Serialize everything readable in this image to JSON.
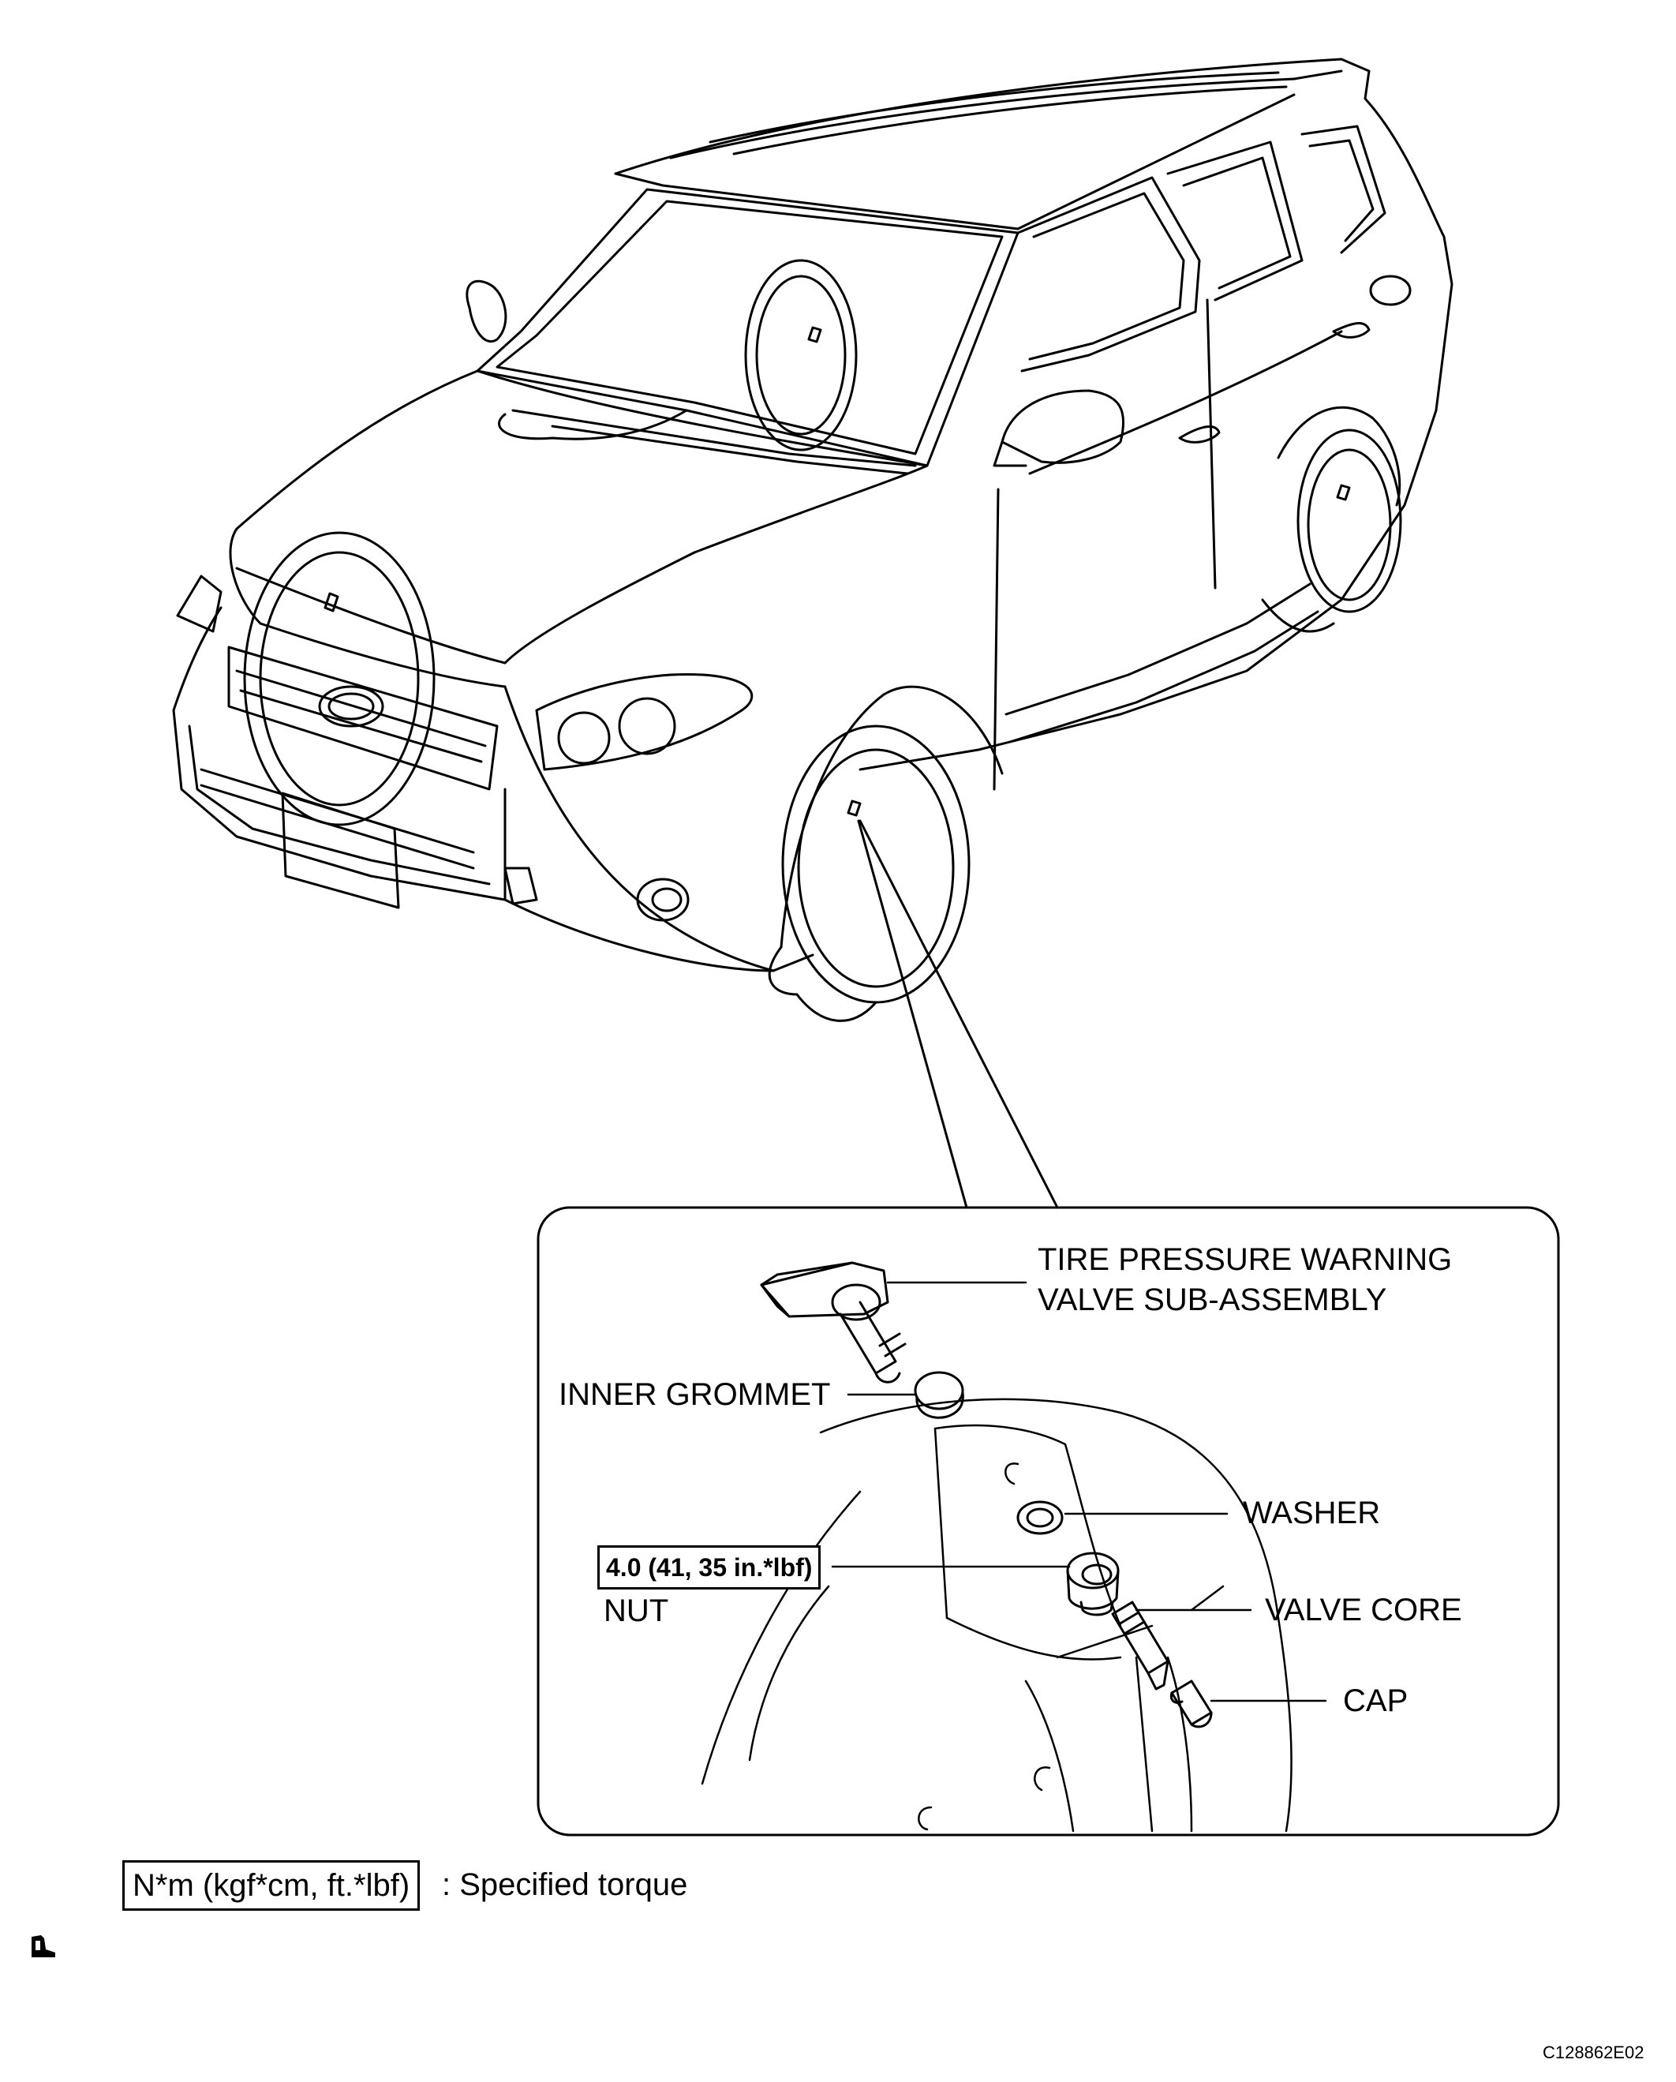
{
  "callouts": {
    "tpw_valve_line1": "TIRE PRESSURE WARNING",
    "tpw_valve_line2": "VALVE SUB-ASSEMBLY",
    "inner_grommet": "INNER GROMMET",
    "washer": "WASHER",
    "nut": "NUT",
    "valve_core": "VALVE CORE",
    "cap": "CAP"
  },
  "torque": {
    "nut_value": "4.0 (41, 35 in.*lbf)"
  },
  "legend": {
    "unit_box": "N*m (kgf*cm, ft.*lbf)",
    "description": ": Specified torque"
  },
  "figure_id": "C128862E02",
  "icons": {
    "reference": "reference-mark-icon"
  }
}
